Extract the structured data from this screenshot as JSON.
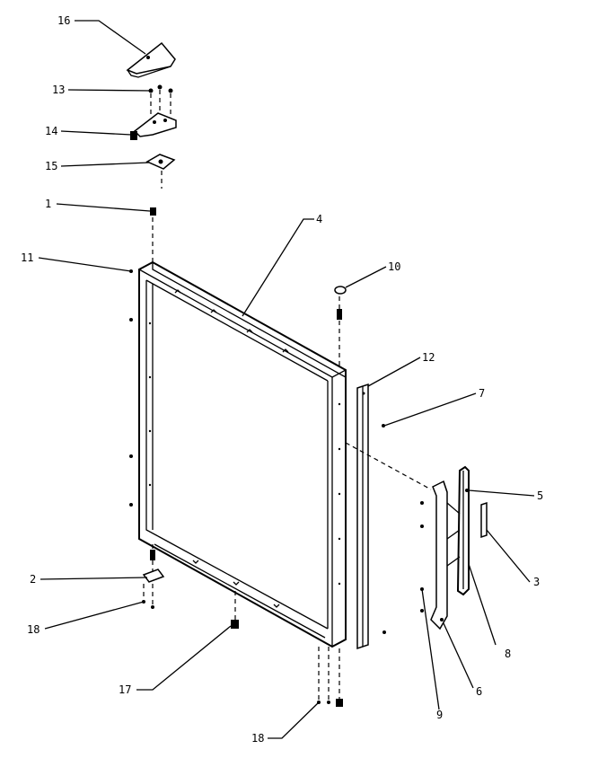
{
  "diagram": {
    "labels": {
      "p1": "1",
      "p2": "2",
      "p3": "3",
      "p4": "4",
      "p5": "5",
      "p6": "6",
      "p7": "7",
      "p8": "8",
      "p9": "9",
      "p10": "10",
      "p11": "11",
      "p12": "12",
      "p13": "13",
      "p14": "14",
      "p15": "15",
      "p16": "16",
      "p17": "17",
      "p18a": "18",
      "p18b": "18"
    }
  }
}
